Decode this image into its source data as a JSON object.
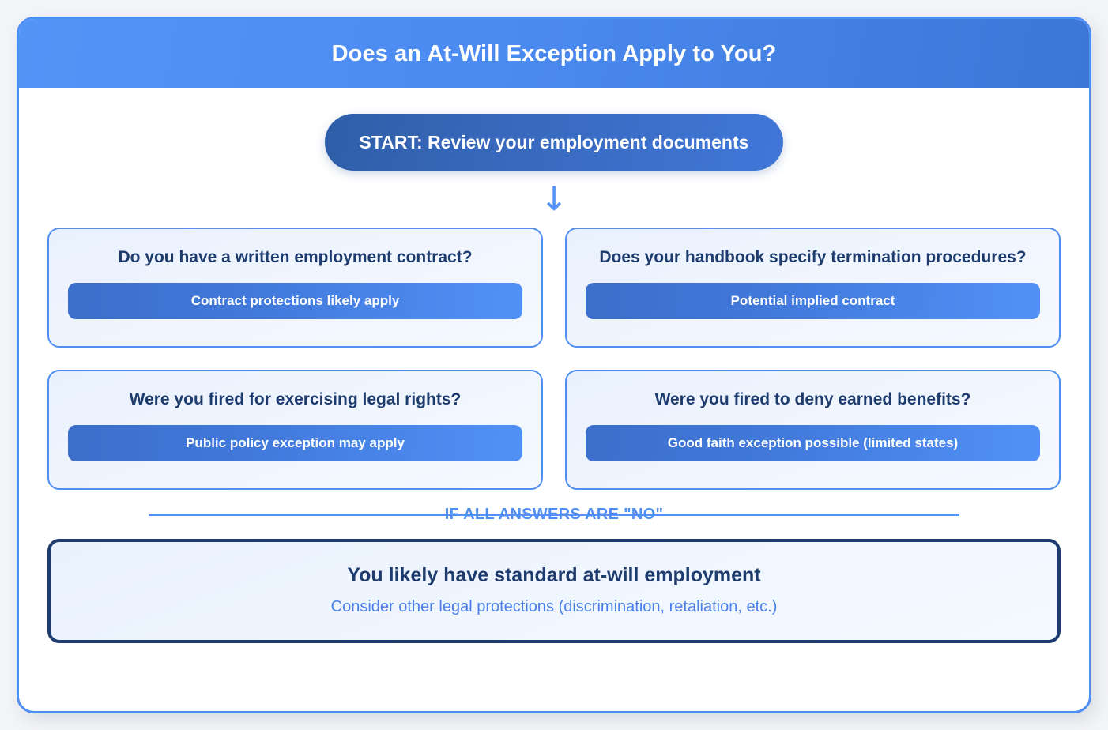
{
  "header": {
    "title": "Does an At-Will Exception Apply to You?"
  },
  "start": {
    "label": "START: Review your employment documents"
  },
  "arrow": {
    "glyph": "↓"
  },
  "branches": [
    {
      "question": "Do you have a written employment contract?",
      "answer": "Contract protections likely apply"
    },
    {
      "question": "Does your handbook specify termination procedures?",
      "answer": "Potential implied contract"
    },
    {
      "question": "Were you fired for exercising legal rights?",
      "answer": "Public policy exception may apply"
    },
    {
      "question": "Were you fired to deny earned benefits?",
      "answer": "Good faith exception possible (limited states)"
    }
  ],
  "divider": {
    "label": "IF ALL ANSWERS ARE \"NO\""
  },
  "conclusion": {
    "title": "You likely have standard at-will employment",
    "subtitle": "Consider other legal protections (discrimination, retaliation, etc.)"
  },
  "colors": {
    "header_gradient_start": "#5394f7",
    "header_gradient_end": "#3b77d6",
    "accent_blue": "#4f8ef3",
    "deep_navy": "#1e3b6e",
    "pill_gradient_start": "#2f5ea8",
    "pill_gradient_end": "#4077d8",
    "card_background": "#eef4fd",
    "page_background": "#f4f5f7",
    "subtitle_blue": "#4a7fe8"
  }
}
